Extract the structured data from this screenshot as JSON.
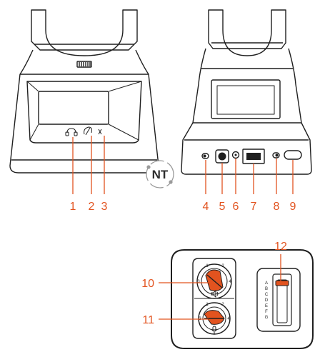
{
  "colors": {
    "callout": "#e2531f",
    "outline": "#1f1f1f",
    "accent": "#e2531f",
    "logo_dot": "#9a9a9a"
  },
  "logo": {
    "text": "NT"
  },
  "callouts": [
    {
      "id": "c1",
      "label": "1"
    },
    {
      "id": "c2",
      "label": "2"
    },
    {
      "id": "c3",
      "label": "3"
    },
    {
      "id": "c4",
      "label": "4"
    },
    {
      "id": "c5",
      "label": "5"
    },
    {
      "id": "c6",
      "label": "6"
    },
    {
      "id": "c7",
      "label": "7"
    },
    {
      "id": "c8",
      "label": "8"
    },
    {
      "id": "c9",
      "label": "9"
    },
    {
      "id": "c10",
      "label": "10"
    },
    {
      "id": "c11",
      "label": "11"
    },
    {
      "id": "c12",
      "label": "12"
    }
  ],
  "switch_letters": "ABCDEFG",
  "dial_marks": {
    "top": "1 2 3 4 5 6",
    "bottom": "1 2 3 4 5 6"
  },
  "icons": {
    "headset_base_icon": "headset-icon",
    "power_led": "power-icon",
    "mute_led": "mute-icon",
    "speaker_icon": "speaker-icon",
    "mic_icon": "microphone-icon"
  }
}
